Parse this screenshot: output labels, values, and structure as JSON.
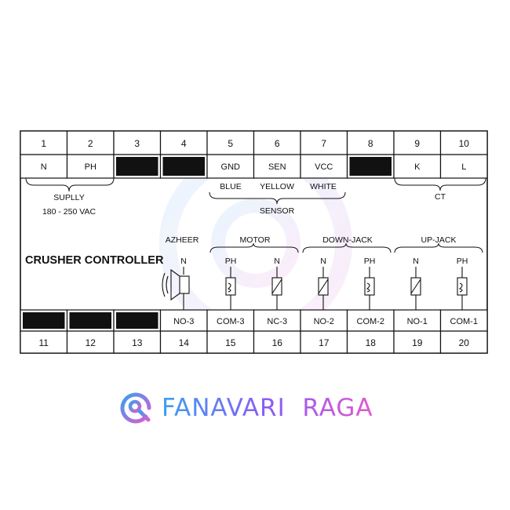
{
  "title": "CRUSHER CONTROLLER",
  "top_numbers": [
    "1",
    "2",
    "3",
    "4",
    "5",
    "6",
    "7",
    "8",
    "9",
    "10"
  ],
  "top_labels": [
    "N",
    "PH",
    "",
    "",
    "GND",
    "SEN",
    "VCC",
    "",
    "K",
    "L"
  ],
  "bottom_labels": [
    "",
    "",
    "",
    "NO-3",
    "COM-3",
    "NC-3",
    "NO-2",
    "COM-2",
    "NO-1",
    "COM-1"
  ],
  "bottom_numbers": [
    "11",
    "12",
    "13",
    "14",
    "15",
    "16",
    "17",
    "18",
    "19",
    "20"
  ],
  "supply": {
    "label": "SUPLLY",
    "range": "180 - 250 VAC"
  },
  "sensor": {
    "label": "SENSOR",
    "wires": [
      "BLUE",
      "YELLOW",
      "WHITE"
    ]
  },
  "ct_label": "CT",
  "groups": [
    {
      "name": "AZHEER",
      "contacts": [
        "N"
      ]
    },
    {
      "name": "MOTOR",
      "contacts": [
        "PH",
        "N"
      ]
    },
    {
      "name": "DOWN-JACK",
      "contacts": [
        "N",
        "PH"
      ]
    },
    {
      "name": "UP-JACK",
      "contacts": [
        "N",
        "PH"
      ]
    }
  ],
  "brand": {
    "text": "FANAVARI  RAGA",
    "logo_icon": "fanavari-raga-logo",
    "colors": [
      "#3aa0f0",
      "#8b5cf6",
      "#e05ad0"
    ]
  },
  "colors": {
    "line": "#111111",
    "blocked": "#111111"
  }
}
